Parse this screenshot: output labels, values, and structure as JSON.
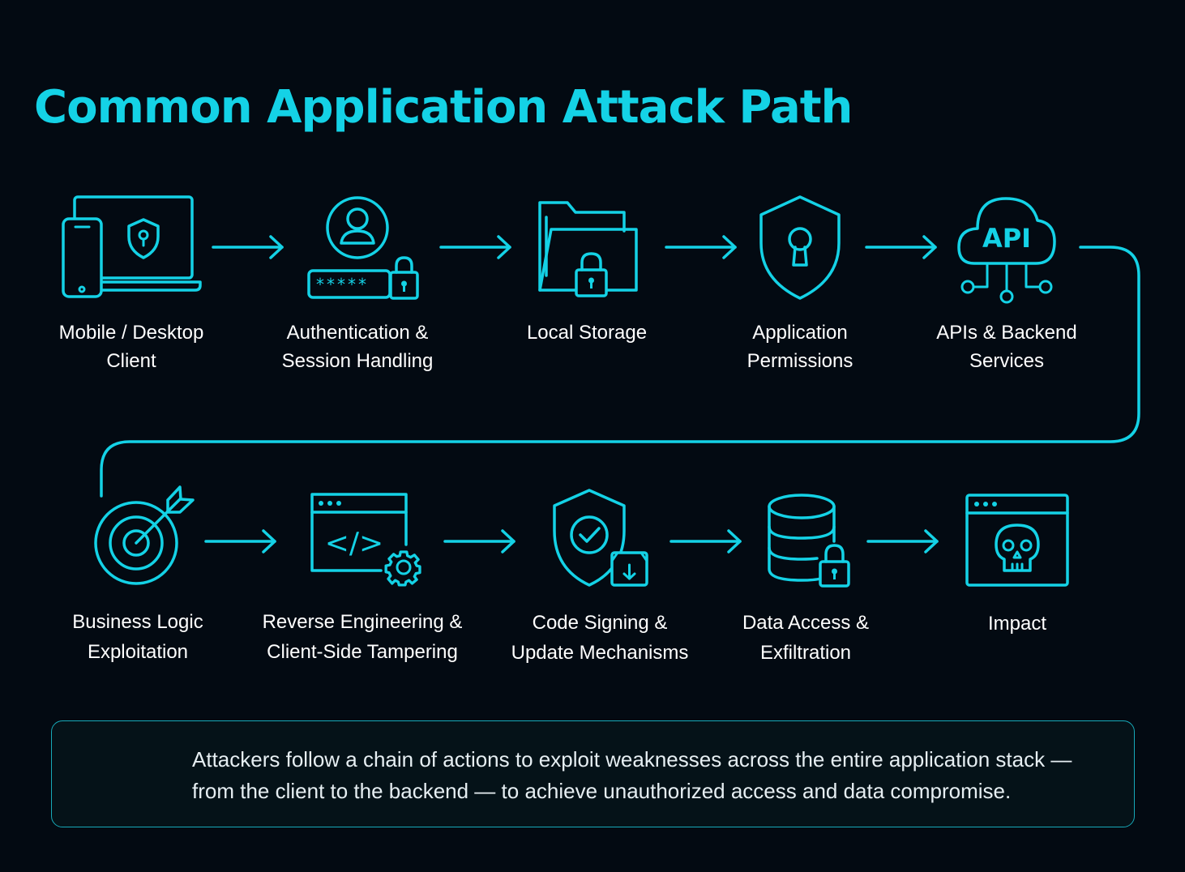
{
  "title": "Common Application Attack Path",
  "colors": {
    "accent": "#14d2e6",
    "background": "#030a12",
    "text": "#ffffff"
  },
  "steps": [
    {
      "icon": "devices-shield-icon",
      "lines": [
        "Mobile / Desktop",
        "Client"
      ]
    },
    {
      "icon": "user-password-lock-icon",
      "lines": [
        "Authentication &",
        "Session Handling"
      ]
    },
    {
      "icon": "folder-lock-icon",
      "lines": [
        "Local Storage"
      ]
    },
    {
      "icon": "shield-keyhole-icon",
      "lines": [
        "Application",
        "Permissions"
      ]
    },
    {
      "icon": "api-cloud-icon",
      "icon_text": "API",
      "lines": [
        "APIs & Backend",
        "Services"
      ]
    },
    {
      "icon": "target-arrow-icon",
      "lines": [
        "Business Logic",
        "Exploitation"
      ]
    },
    {
      "icon": "code-window-gear-icon",
      "icon_text": "</>",
      "lines": [
        "Reverse Engineering &",
        "Client-Side Tampering"
      ]
    },
    {
      "icon": "shield-check-download-icon",
      "lines": [
        "Code Signing &",
        "Update Mechanisms"
      ]
    },
    {
      "icon": "database-lock-icon",
      "lines": [
        "Data Access &",
        "Exfiltration"
      ]
    },
    {
      "icon": "window-skull-icon",
      "lines": [
        "Impact"
      ]
    }
  ],
  "footer": {
    "icon": "shield-arrows-icon",
    "lines": [
      "Attackers follow a chain of actions to exploit weaknesses across the entire application stack —",
      "from the client to the backend — to achieve unauthorized access and data compromise."
    ]
  }
}
